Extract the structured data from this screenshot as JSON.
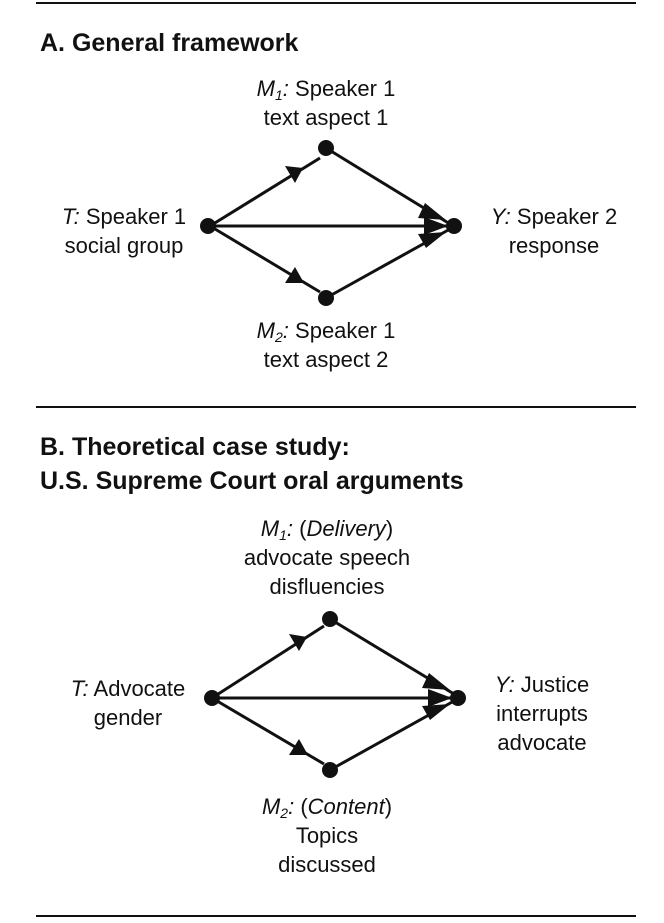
{
  "panel_a": {
    "title": "A. General framework",
    "nodes": {
      "m1": {
        "sym": "M",
        "sub": "1",
        "colon": ":",
        "text": " Speaker 1",
        "line2": "text aspect 1"
      },
      "t": {
        "sym": "T",
        "colon": ":",
        "text": " Speaker 1",
        "line2": "social group"
      },
      "y": {
        "sym": "Y",
        "colon": ":",
        "text": " Speaker 2",
        "line2": "response"
      },
      "m2": {
        "sym": "M",
        "sub": "2",
        "colon": ":",
        "text": " Speaker 1",
        "line2": "text aspect 2"
      }
    }
  },
  "panel_b": {
    "title_line1": "B. Theoretical case study:",
    "title_line2": "U.S. Supreme Court oral arguments",
    "nodes": {
      "m1": {
        "sym": "M",
        "sub": "1",
        "colon": ":",
        "paren_open": " (",
        "category": "Delivery",
        "paren_close": ")",
        "line2": "advocate speech",
        "line3": "disfluencies"
      },
      "t": {
        "sym": "T",
        "colon": ":",
        "text": " Advocate",
        "line2": "gender"
      },
      "y": {
        "sym": "Y",
        "colon": ":",
        "text": " Justice",
        "line2": "interrupts",
        "line3": "advocate"
      },
      "m2": {
        "sym": "M",
        "sub": "2",
        "colon": ":",
        "paren_open": " (",
        "category": "Content",
        "paren_close": ")",
        "line2": "Topics",
        "line3": "discussed"
      }
    }
  },
  "colors": {
    "ink": "#111111",
    "background": "#ffffff"
  }
}
